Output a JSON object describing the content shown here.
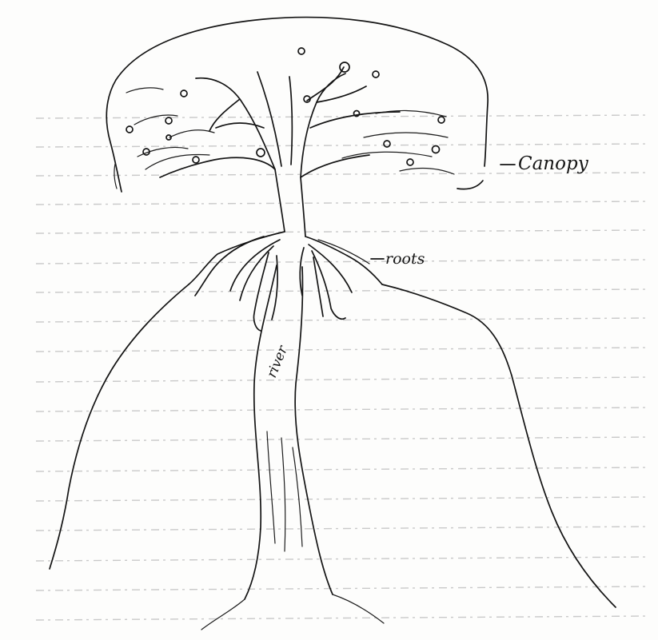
{
  "labels": {
    "canopy": "Canopy",
    "roots": "roots",
    "river": "river"
  },
  "colors": {
    "paper": "#fdfdfc",
    "ink": "#141414",
    "ruled_lines": "#c9c9c9"
  }
}
